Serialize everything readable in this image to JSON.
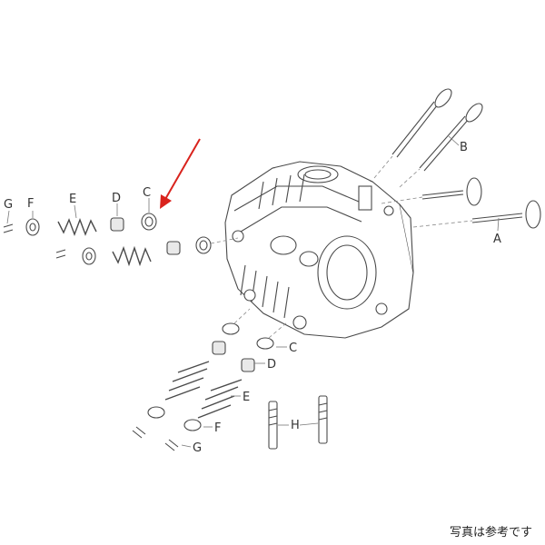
{
  "labels": {
    "A": "A",
    "B": "B",
    "C": "C",
    "D": "D",
    "E": "E",
    "F": "F",
    "G": "G",
    "H": "H"
  },
  "caption": "写真は参考です",
  "colors": {
    "arrow": "#d9231d",
    "line": "#4a4a4a"
  }
}
